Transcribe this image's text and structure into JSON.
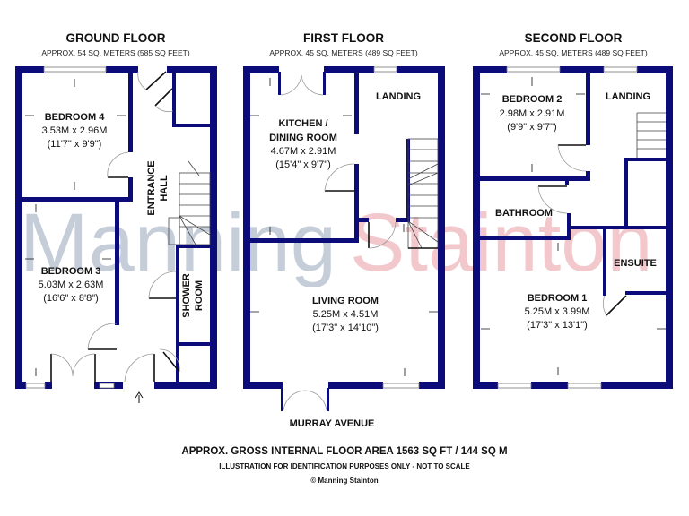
{
  "watermark": {
    "part1": "Manning",
    "part2": "Stainton",
    "color1": "#c5cdd9",
    "color2": "#f2c8cc"
  },
  "wall_color": "#0b0b7a",
  "floors": [
    {
      "title": "GROUND FLOOR",
      "area": "APPROX. 54 SQ. METERS (585 SQ FEET)",
      "rooms": [
        {
          "name": "BEDROOM 4",
          "metric": "3.53M x 2.96M",
          "imperial": "(11'7\" x 9'9\")"
        },
        {
          "name": "BEDROOM 3",
          "metric": "5.03M x 2.63M",
          "imperial": "(16'6\" x 8'8\")"
        },
        {
          "name1": "ENTRANCE",
          "name2": "HALL"
        },
        {
          "name1": "SHOWER",
          "name2": "ROOM"
        }
      ]
    },
    {
      "title": "FIRST FLOOR",
      "area": "APPROX. 45 SQ. METERS (489 SQ FEET)",
      "rooms": [
        {
          "name1": "KITCHEN /",
          "name2": "DINING ROOM",
          "metric": "4.67M x 2.91M",
          "imperial": "(15'4\" x 9'7\")"
        },
        {
          "name": "LANDING"
        },
        {
          "name": "LIVING ROOM",
          "metric": "5.25M x 4.51M",
          "imperial": "(17'3\" x 14'10\")"
        }
      ],
      "street": "MURRAY AVENUE"
    },
    {
      "title": "SECOND FLOOR",
      "area": "APPROX. 45 SQ. METERS (489 SQ FEET)",
      "rooms": [
        {
          "name": "BEDROOM 2",
          "metric": "2.98M x 2.91M",
          "imperial": "(9'9\" x 9'7\")"
        },
        {
          "name": "LANDING"
        },
        {
          "name": "BATHROOM"
        },
        {
          "name": "ENSUITE"
        },
        {
          "name": "BEDROOM 1",
          "metric": "5.25M x 3.99M",
          "imperial": "(17'3\" x 13'1\")"
        }
      ]
    }
  ],
  "footer": {
    "gross_area": "APPROX. GROSS INTERNAL FLOOR AREA 1563 SQ FT / 144 SQ M",
    "disclaimer": "ILLUSTRATION FOR IDENTIFICATION PURPOSES ONLY - NOT TO SCALE",
    "copyright": "© Manning Stainton"
  }
}
